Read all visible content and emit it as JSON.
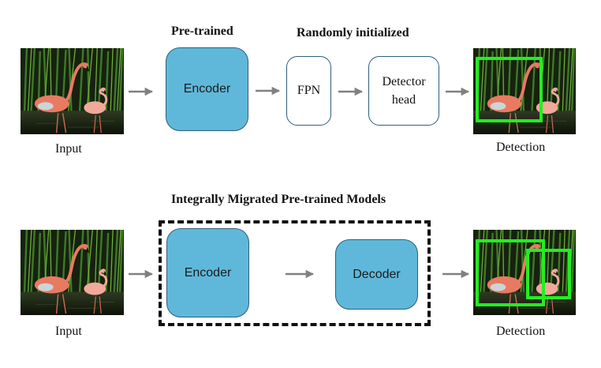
{
  "top": {
    "heading_pretrained": "Pre-trained",
    "heading_random": "Randomly initialized",
    "encoder": "Encoder",
    "fpn": "FPN",
    "detector_head_line1": "Detector",
    "detector_head_line2": "head",
    "input_caption": "Input",
    "output_caption": "Detection"
  },
  "bottom": {
    "heading": "Integrally Migrated Pre-trained Models",
    "encoder": "Encoder",
    "decoder": "Decoder",
    "input_caption": "Input",
    "output_caption": "Detection"
  },
  "colors": {
    "module_fill": "#5fb8da",
    "module_border": "#2f5f78",
    "arrow": "#808080",
    "detection_box": "#22ee22"
  }
}
